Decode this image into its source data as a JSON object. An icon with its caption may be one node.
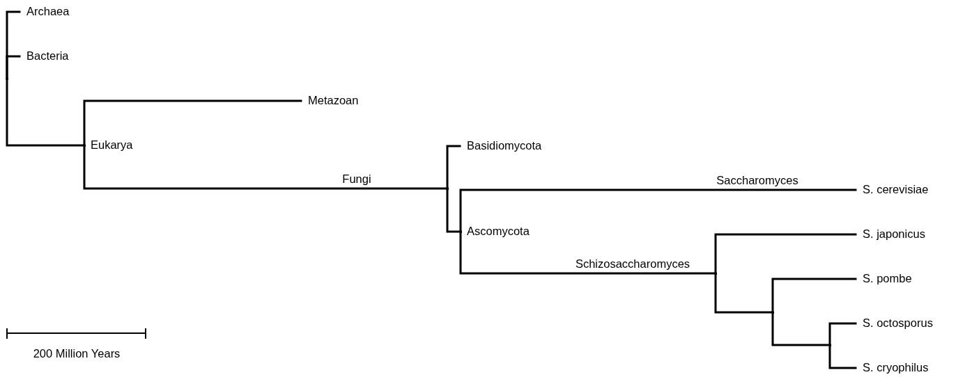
{
  "diagram": {
    "nodes": [
      {
        "text": [],
        "shape": "junction"
      },
      {
        "text": [
          "Archaea"
        ]
      },
      {
        "text": [
          "Bacteria"
        ]
      },
      {
        "text": [],
        "shape": "junction",
        "beside": [
          "Eukarya"
        ]
      },
      {
        "text": [
          "Metazoan"
        ]
      },
      {
        "text": [],
        "shape": "junction"
      },
      {
        "text": [
          "Basidiomycota"
        ]
      },
      {
        "text": [],
        "shape": "junction",
        "beside": [
          "Ascomycota"
        ]
      },
      {
        "text": [
          "S. cerevisiae"
        ]
      },
      {
        "text": [],
        "shape": "junction"
      },
      {
        "text": [
          "S. japonicus"
        ]
      },
      {
        "text": [],
        "shape": "junction"
      },
      {
        "text": [
          "S. pombe"
        ]
      },
      {
        "text": [],
        "shape": "junction"
      },
      {
        "text": [
          "S. octosporus"
        ]
      },
      {
        "text": [
          "S. cryophilus"
        ]
      }
    ],
    "edges": [
      {
        "from": 0,
        "to": 1,
        "arrow": "none"
      },
      {
        "from": 0,
        "to": 2,
        "arrow": "none"
      },
      {
        "from": 0,
        "to": 3,
        "arrow": "none"
      },
      {
        "from": 3,
        "to": 4,
        "arrow": "none"
      },
      {
        "from": 3,
        "to": 5,
        "arrow": "none",
        "label": "Fungi"
      },
      {
        "from": 5,
        "to": 6,
        "arrow": "none"
      },
      {
        "from": 5,
        "to": 7,
        "arrow": "none"
      },
      {
        "from": 7,
        "to": 8,
        "arrow": "none",
        "label": "Saccharomyces"
      },
      {
        "from": 7,
        "to": 9,
        "arrow": "none",
        "label": "Schizosaccharomyces"
      },
      {
        "from": 9,
        "to": 10,
        "arrow": "none"
      },
      {
        "from": 9,
        "to": 11,
        "arrow": "none"
      },
      {
        "from": 11,
        "to": 12,
        "arrow": "none"
      },
      {
        "from": 11,
        "to": 13,
        "arrow": "none"
      },
      {
        "from": 13,
        "to": 14,
        "arrow": "none"
      },
      {
        "from": 13,
        "to": 15,
        "arrow": "none"
      }
    ],
    "labels": [
      "200 Million Years"
    ]
  }
}
